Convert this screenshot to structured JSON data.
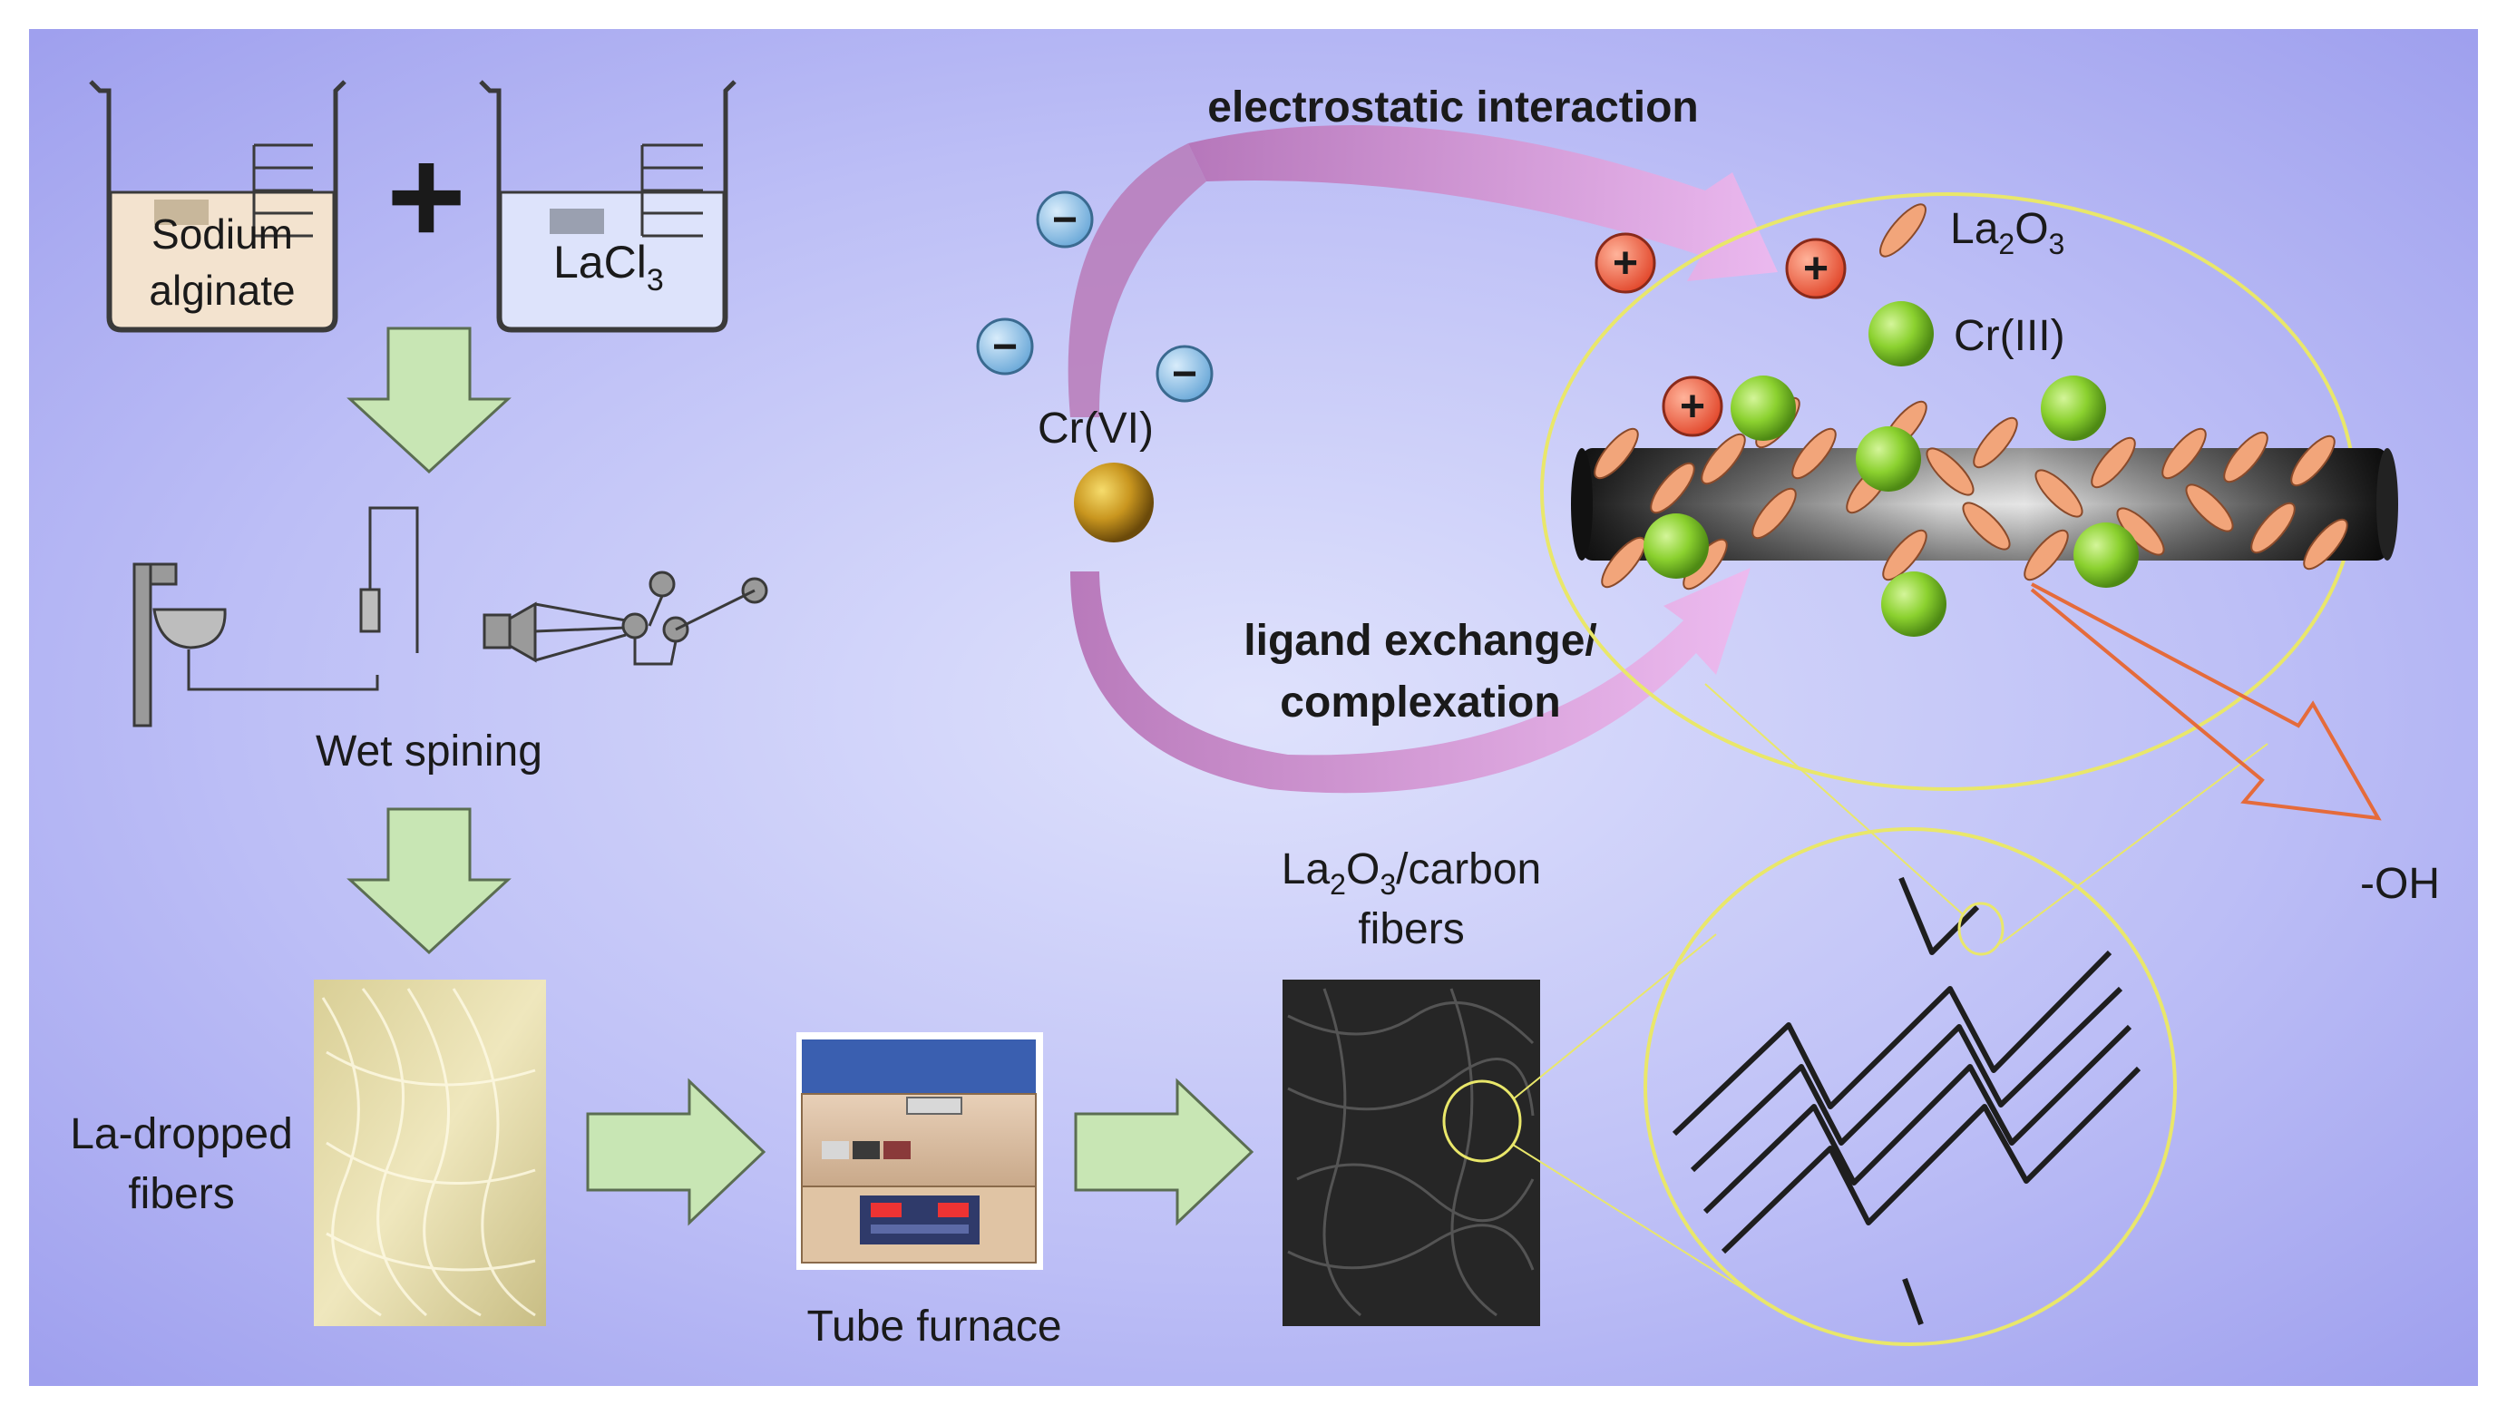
{
  "background": {
    "gradient_center": "#d8dcfb",
    "gradient_edge": "#9d9ef0"
  },
  "beakers": {
    "left_label_line1": "Sodium",
    "left_label_line2": "alginate",
    "right_label": "LaCl",
    "right_label_sub": "3",
    "plus_symbol": "+"
  },
  "steps": {
    "wet_spinning": "Wet spining",
    "la_fibers_line1": "La-dropped",
    "la_fibers_line2": "fibers",
    "tube_furnace": "Tube furnace",
    "carbon_fibers_line1_a": "La",
    "carbon_fibers_line1_sub1": "2",
    "carbon_fibers_line1_b": "O",
    "carbon_fibers_line1_sub2": "3",
    "carbon_fibers_line1_c": "/carbon",
    "carbon_fibers_line2": "fibers"
  },
  "mechanism": {
    "electrostatic": "electrostatic interaction",
    "ligand_line1": "ligand exchange/",
    "ligand_line2": "complexation",
    "cr6": "Cr(VI)",
    "cr3": "Cr(III)",
    "la2o3_a": "La",
    "la2o3_sub1": "2",
    "la2o3_b": "O",
    "la2o3_sub2": "3",
    "oh": "-OH",
    "minus": "−",
    "plus": "+"
  },
  "colors": {
    "arrow_green": "#c8e6b4",
    "arrow_green_stroke": "#5b6e52",
    "loop_pink": "#c97cc4",
    "ellipse_yellow": "#e9e76a",
    "cr3_green": "#8bd12f",
    "cr6_gold": "#c9961f",
    "minus_blue": "#7fb6e0",
    "plus_red": "#ef6a4f",
    "la2o3_orange": "#f2a57a",
    "oh_arrow": "#e56b3b"
  }
}
